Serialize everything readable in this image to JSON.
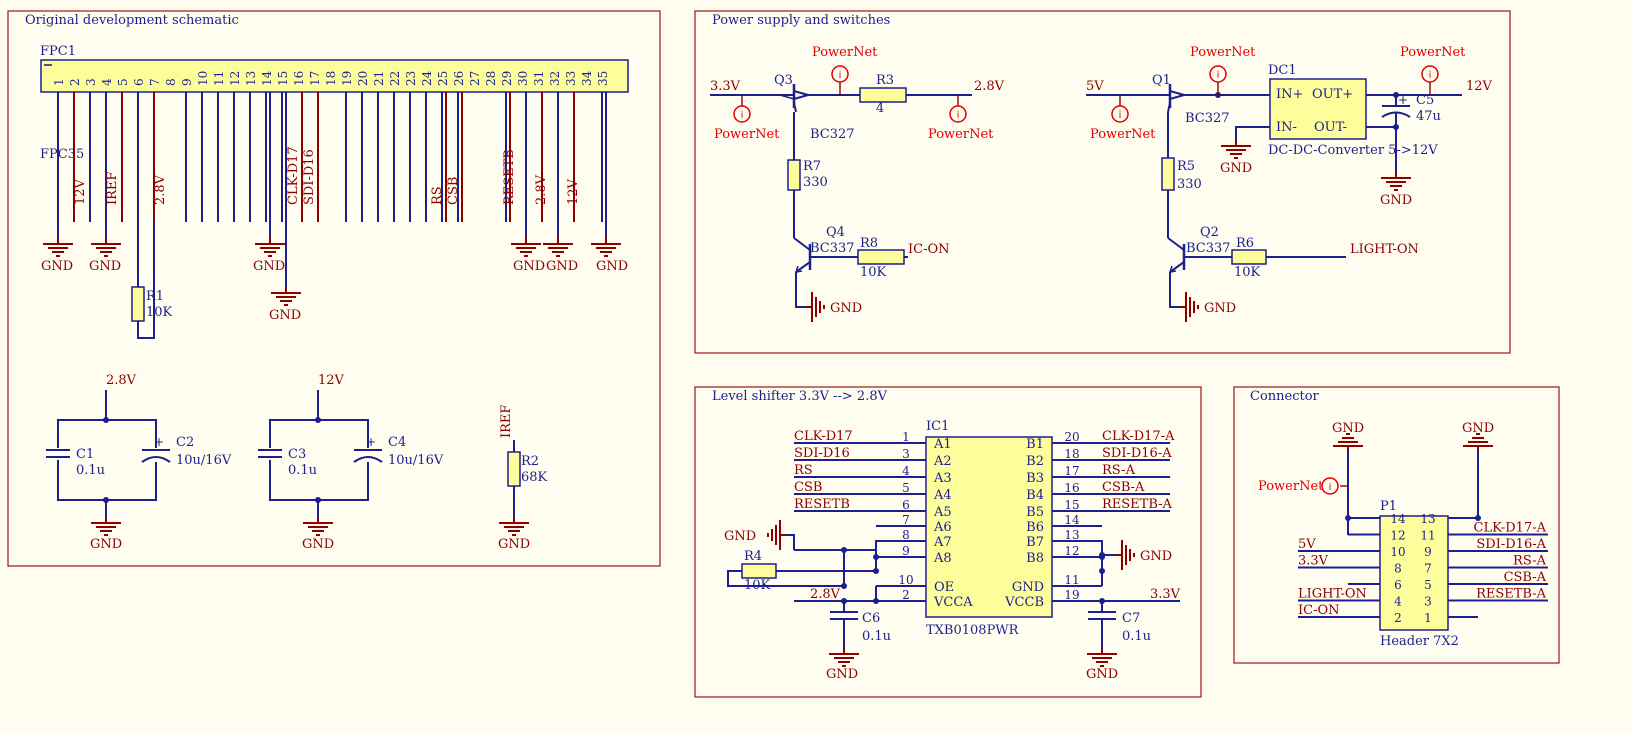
{
  "sections": {
    "original": "Original development schematic",
    "power": "Power supply and switches",
    "level": "Level shifter 3.3V --> 2.8V",
    "connector": "Connector"
  },
  "fpc": {
    "ref": "FPC1",
    "lastpin": "FPC35",
    "pins": [
      "1",
      "2",
      "3",
      "4",
      "5",
      "6",
      "7",
      "8",
      "9",
      "10",
      "11",
      "12",
      "13",
      "14",
      "15",
      "16",
      "17",
      "18",
      "19",
      "20",
      "21",
      "22",
      "23",
      "24",
      "25",
      "26",
      "27",
      "28",
      "29",
      "30",
      "31",
      "32",
      "33",
      "34",
      "35"
    ],
    "nets": {
      "p3": "12V",
      "p5": "IREF",
      "p8": "2.8V",
      "p16": "CLK-D17",
      "p17": "SDI-D16",
      "p26": "RS",
      "p27": "CSB",
      "p30": "RESETB",
      "p31": "2.8V",
      "p33": "12V"
    }
  },
  "gnd": "GND",
  "r1": {
    "ref": "R1",
    "val": "10K"
  },
  "caps_left": {
    "v1": "2.8V",
    "v2": "12V",
    "c1": {
      "ref": "C1",
      "val": "0.1u"
    },
    "c2": {
      "ref": "C2",
      "val": "10u/16V"
    },
    "c3": {
      "ref": "C3",
      "val": "0.1u"
    },
    "c4": {
      "ref": "C4",
      "val": "10u/16V"
    }
  },
  "r2": {
    "ref": "R2",
    "val": "68K",
    "net": "IREF"
  },
  "power": {
    "powernet": "PowerNet",
    "v33": "3.3V",
    "v28": "2.8V",
    "v5": "5V",
    "v12": "12V",
    "q3": {
      "ref": "Q3",
      "type": "BC327"
    },
    "q1": {
      "ref": "Q1",
      "type": "BC327"
    },
    "q4": {
      "ref": "Q4",
      "type": "BC337"
    },
    "q2": {
      "ref": "Q2",
      "type": "BC337"
    },
    "r3": {
      "ref": "R3",
      "val": "4"
    },
    "r7": {
      "ref": "R7",
      "val": "330"
    },
    "r5": {
      "ref": "R5",
      "val": "330"
    },
    "r8": {
      "ref": "R8",
      "val": "10K"
    },
    "r6": {
      "ref": "R6",
      "val": "10K"
    },
    "icon": "IC-ON",
    "lighton": "LIGHT-ON",
    "dc1": {
      "ref": "DC1",
      "inp": "IN+",
      "inn": "IN-",
      "outp": "OUT+",
      "outn": "OUT-",
      "desc": "DC-DC-Converter 5->12V"
    },
    "c5": {
      "ref": "C5",
      "val": "47u"
    }
  },
  "level": {
    "ic": {
      "ref": "IC1",
      "part": "TXB0108PWR"
    },
    "left": [
      {
        "net": "CLK-D17",
        "pin": "1",
        "name": "A1"
      },
      {
        "net": "SDI-D16",
        "pin": "3",
        "name": "A2"
      },
      {
        "net": "RS",
        "pin": "4",
        "name": "A3"
      },
      {
        "net": "CSB",
        "pin": "5",
        "name": "A4"
      },
      {
        "net": "RESETB",
        "pin": "6",
        "name": "A5"
      },
      {
        "net": "",
        "pin": "7",
        "name": "A6"
      },
      {
        "net": "",
        "pin": "8",
        "name": "A7"
      },
      {
        "net": "",
        "pin": "9",
        "name": "A8"
      },
      {
        "net": "",
        "pin": "10",
        "name": "OE"
      },
      {
        "net": "2.8V",
        "pin": "2",
        "name": "VCCA"
      }
    ],
    "right": [
      {
        "net": "CLK-D17-A",
        "pin": "20",
        "name": "B1"
      },
      {
        "net": "SDI-D16-A",
        "pin": "18",
        "name": "B2"
      },
      {
        "net": "RS-A",
        "pin": "17",
        "name": "B3"
      },
      {
        "net": "CSB-A",
        "pin": "16",
        "name": "B4"
      },
      {
        "net": "RESETB-A",
        "pin": "15",
        "name": "B5"
      },
      {
        "net": "",
        "pin": "14",
        "name": "B6"
      },
      {
        "net": "",
        "pin": "13",
        "name": "B7"
      },
      {
        "net": "",
        "pin": "12",
        "name": "B8"
      },
      {
        "net": "",
        "pin": "11",
        "name": "GND"
      },
      {
        "net": "3.3V",
        "pin": "19",
        "name": "VCCB"
      }
    ],
    "r4": {
      "ref": "R4",
      "val": "10K"
    },
    "c6": {
      "ref": "C6",
      "val": "0.1u"
    },
    "c7": {
      "ref": "C7",
      "val": "0.1u"
    }
  },
  "connector": {
    "ref": "P1",
    "part": "Header 7X2",
    "powernet": "PowerNet",
    "left": [
      {
        "net": "",
        "pin": "14"
      },
      {
        "net": "",
        "pin": "12"
      },
      {
        "net": "5V",
        "pin": "10"
      },
      {
        "net": "3.3V",
        "pin": "8"
      },
      {
        "net": "",
        "pin": "6"
      },
      {
        "net": "LIGHT-ON",
        "pin": "4"
      },
      {
        "net": "IC-ON",
        "pin": "2"
      }
    ],
    "right": [
      {
        "net": "",
        "pin": "13"
      },
      {
        "net": "CLK-D17-A",
        "pin": "11"
      },
      {
        "net": "SDI-D16-A",
        "pin": "9"
      },
      {
        "net": "RS-A",
        "pin": "7"
      },
      {
        "net": "CSB-A",
        "pin": "5"
      },
      {
        "net": "RESETB-A",
        "pin": "3"
      },
      {
        "net": "",
        "pin": "1"
      }
    ]
  }
}
